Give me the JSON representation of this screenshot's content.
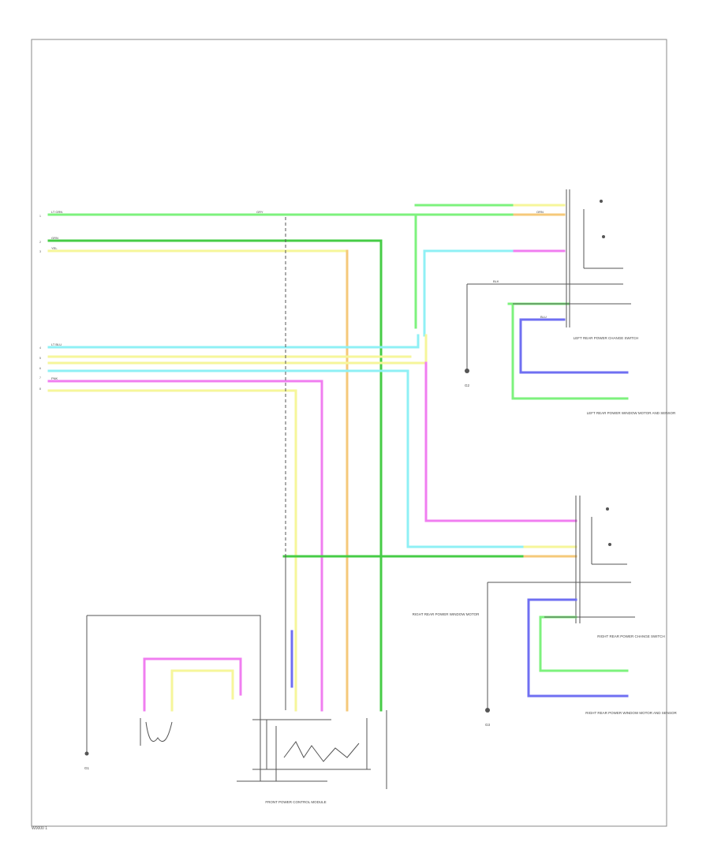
{
  "colors": {
    "lt_green": "#7df27d",
    "green": "#46cc46",
    "yellow": "#f6f69a",
    "orange": "#f5c97a",
    "cyan": "#8ff0f5",
    "pink": "#f07ef0",
    "blue": "#6f6ff2",
    "ground_line": "#666666"
  },
  "wire_labels": [
    "LT GRN",
    "GRN",
    "YEL",
    "LT BLU",
    "PNK",
    "BLU",
    "BLK",
    "GRY",
    "ORN"
  ],
  "components": {
    "left_switch": "LEFT REAR POWER CHANGE SWITCH",
    "left_sensor": "LEFT REAR POWER WINDOW MOTOR AND SENSOR",
    "right_switch": "RIGHT REAR POWER CHANGE SWITCH",
    "right_sensor": "RIGHT REAR POWER WINDOW MOTOR AND SENSOR",
    "right_door": "RIGHT REAR POWER WINDOW MOTOR",
    "front_module": "FRONT POWER CONTROL MODULE",
    "ground_a": "G1",
    "ground_b": "G2",
    "ground_c": "G3"
  },
  "footer": "W0000 1"
}
